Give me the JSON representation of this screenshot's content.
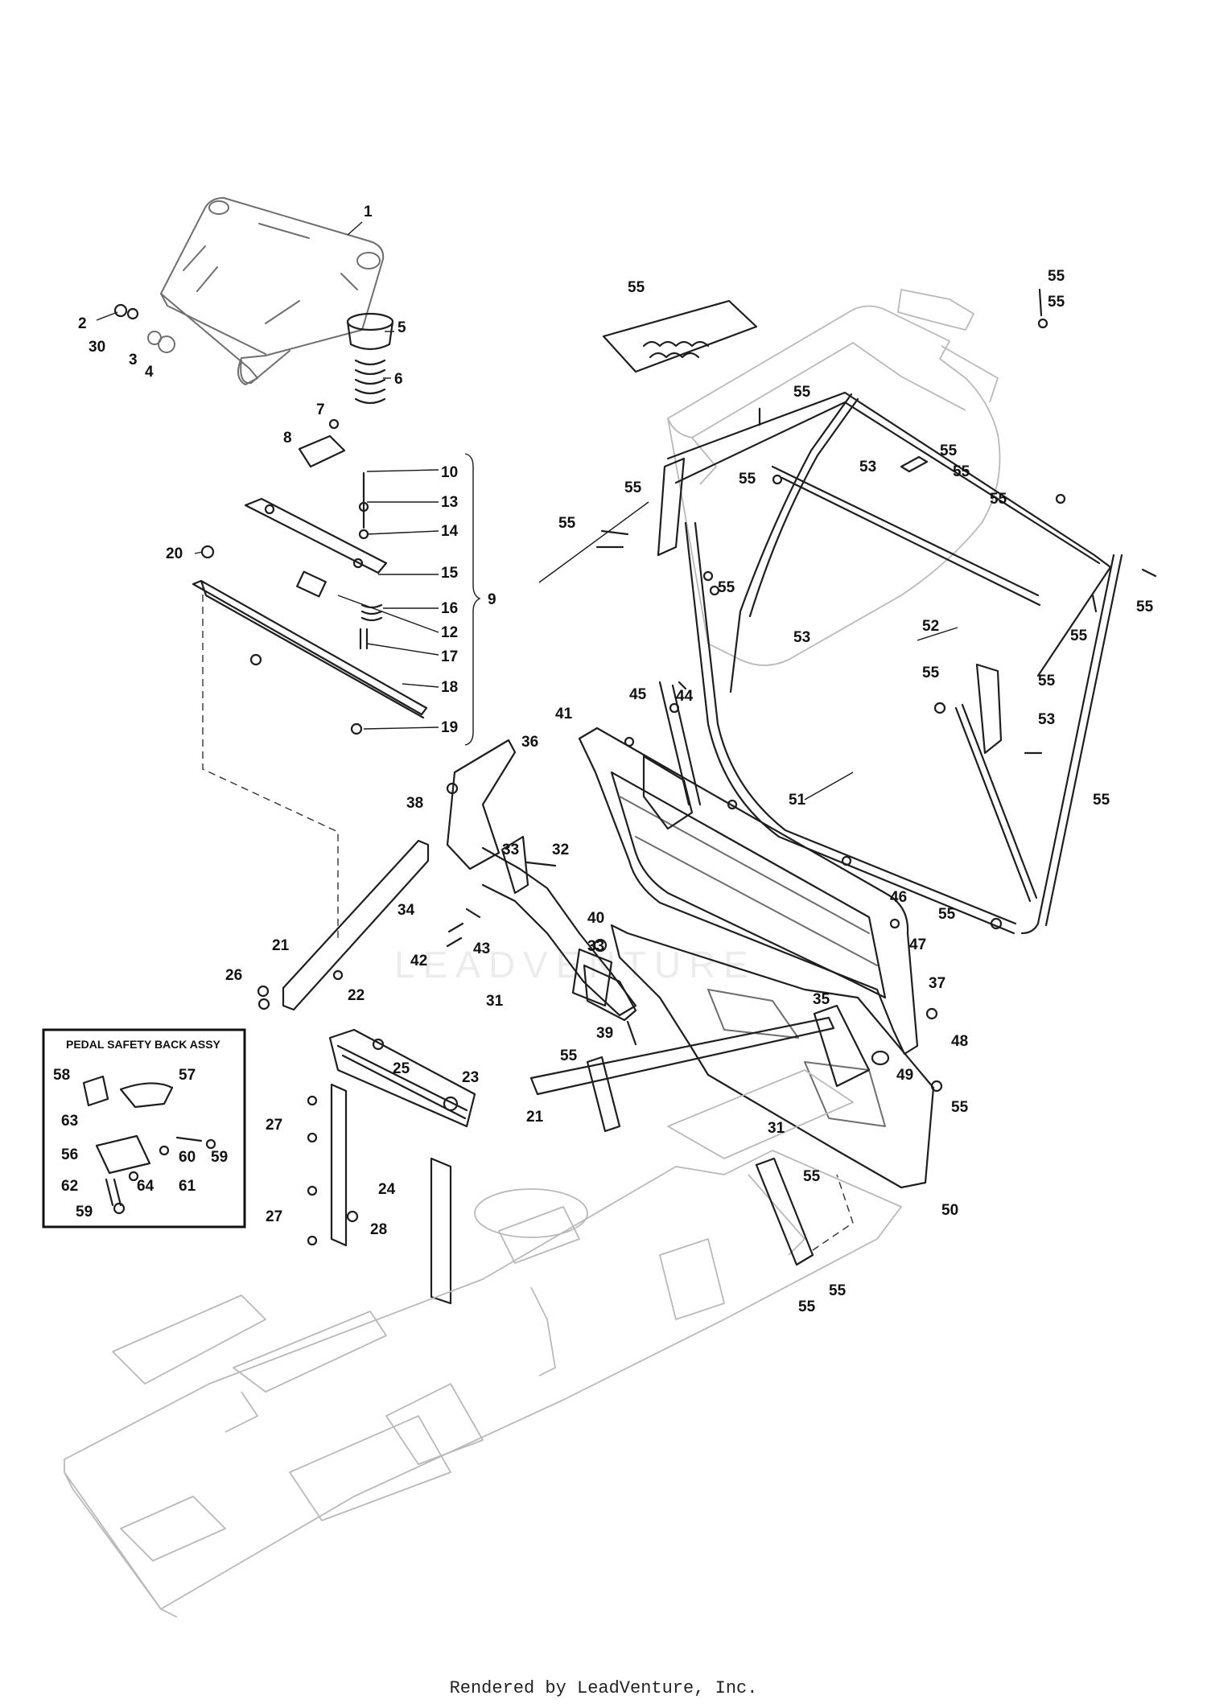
{
  "watermark_text": "LEADVENTURE",
  "inset": {
    "title": "PEDAL SAFETY BACK ASSY"
  },
  "footer": {
    "text": "Rendered by LeadVenture, Inc."
  },
  "callouts": [
    {
      "id": "c1",
      "label": "1"
    },
    {
      "id": "c2",
      "label": "2"
    },
    {
      "id": "c30",
      "label": "30"
    },
    {
      "id": "c3",
      "label": "3"
    },
    {
      "id": "c4",
      "label": "4"
    },
    {
      "id": "c5",
      "label": "5"
    },
    {
      "id": "c6",
      "label": "6"
    },
    {
      "id": "c7",
      "label": "7"
    },
    {
      "id": "c8",
      "label": "8"
    },
    {
      "id": "c10",
      "label": "10"
    },
    {
      "id": "c13",
      "label": "13"
    },
    {
      "id": "c14",
      "label": "14"
    },
    {
      "id": "c15",
      "label": "15"
    },
    {
      "id": "c16",
      "label": "16"
    },
    {
      "id": "c12",
      "label": "12"
    },
    {
      "id": "c17",
      "label": "17"
    },
    {
      "id": "c18",
      "label": "18"
    },
    {
      "id": "c19",
      "label": "19"
    },
    {
      "id": "c9",
      "label": "9"
    },
    {
      "id": "c20",
      "label": "20"
    },
    {
      "id": "c36",
      "label": "36"
    },
    {
      "id": "c38",
      "label": "38"
    },
    {
      "id": "c33a",
      "label": "33"
    },
    {
      "id": "c32",
      "label": "32"
    },
    {
      "id": "c34",
      "label": "34"
    },
    {
      "id": "c40",
      "label": "40"
    },
    {
      "id": "c33b",
      "label": "33"
    },
    {
      "id": "c43",
      "label": "43"
    },
    {
      "id": "c42",
      "label": "42"
    },
    {
      "id": "c21a",
      "label": "21"
    },
    {
      "id": "c26",
      "label": "26"
    },
    {
      "id": "c22",
      "label": "22"
    },
    {
      "id": "c31a",
      "label": "31"
    },
    {
      "id": "c39",
      "label": "39"
    },
    {
      "id": "c41",
      "label": "41"
    },
    {
      "id": "c45",
      "label": "45"
    },
    {
      "id": "c44",
      "label": "44"
    },
    {
      "id": "c51",
      "label": "51"
    },
    {
      "id": "c46",
      "label": "46"
    },
    {
      "id": "c47",
      "label": "47"
    },
    {
      "id": "c37",
      "label": "37"
    },
    {
      "id": "c35",
      "label": "35"
    },
    {
      "id": "c48",
      "label": "48"
    },
    {
      "id": "c49",
      "label": "49"
    },
    {
      "id": "c55_br",
      "label": "55"
    },
    {
      "id": "c31b",
      "label": "31"
    },
    {
      "id": "c50",
      "label": "50"
    },
    {
      "id": "c21b",
      "label": "21"
    },
    {
      "id": "c55_mid",
      "label": "55"
    },
    {
      "id": "c55_low1",
      "label": "55"
    },
    {
      "id": "c55_low2",
      "label": "55"
    },
    {
      "id": "c55_low3",
      "label": "55"
    },
    {
      "id": "c23",
      "label": "23"
    },
    {
      "id": "c25",
      "label": "25"
    },
    {
      "id": "c27a",
      "label": "27"
    },
    {
      "id": "c24",
      "label": "24"
    },
    {
      "id": "c27b",
      "label": "27"
    },
    {
      "id": "c28",
      "label": "28"
    },
    {
      "id": "c58",
      "label": "58"
    },
    {
      "id": "c57",
      "label": "57"
    },
    {
      "id": "c63",
      "label": "63"
    },
    {
      "id": "c60",
      "label": "60"
    },
    {
      "id": "c59a",
      "label": "59"
    },
    {
      "id": "c56",
      "label": "56"
    },
    {
      "id": "c61",
      "label": "61"
    },
    {
      "id": "c62",
      "label": "62"
    },
    {
      "id": "c64",
      "label": "64"
    },
    {
      "id": "c59b",
      "label": "59"
    },
    {
      "id": "c55_bag",
      "label": "55"
    },
    {
      "id": "c55_tr1",
      "label": "55"
    },
    {
      "id": "c55_tr2",
      "label": "55"
    },
    {
      "id": "c55_t3",
      "label": "55"
    },
    {
      "id": "c53a",
      "label": "53"
    },
    {
      "id": "c55_t4",
      "label": "55"
    },
    {
      "id": "c55_t5",
      "label": "55"
    },
    {
      "id": "c55_t6",
      "label": "55"
    },
    {
      "id": "c55_t7",
      "label": "55"
    },
    {
      "id": "c55_l1",
      "label": "55"
    },
    {
      "id": "c55_l2",
      "label": "55"
    },
    {
      "id": "c55_l3",
      "label": "55"
    },
    {
      "id": "c53b",
      "label": "53"
    },
    {
      "id": "c52",
      "label": "52"
    },
    {
      "id": "c55_r1",
      "label": "55"
    },
    {
      "id": "c55_r2",
      "label": "55"
    },
    {
      "id": "c55_r3",
      "label": "55"
    },
    {
      "id": "c55_r4",
      "label": "55"
    },
    {
      "id": "c53c",
      "label": "53"
    },
    {
      "id": "c55_r5",
      "label": "55"
    },
    {
      "id": "c55_r6",
      "label": "55"
    }
  ]
}
